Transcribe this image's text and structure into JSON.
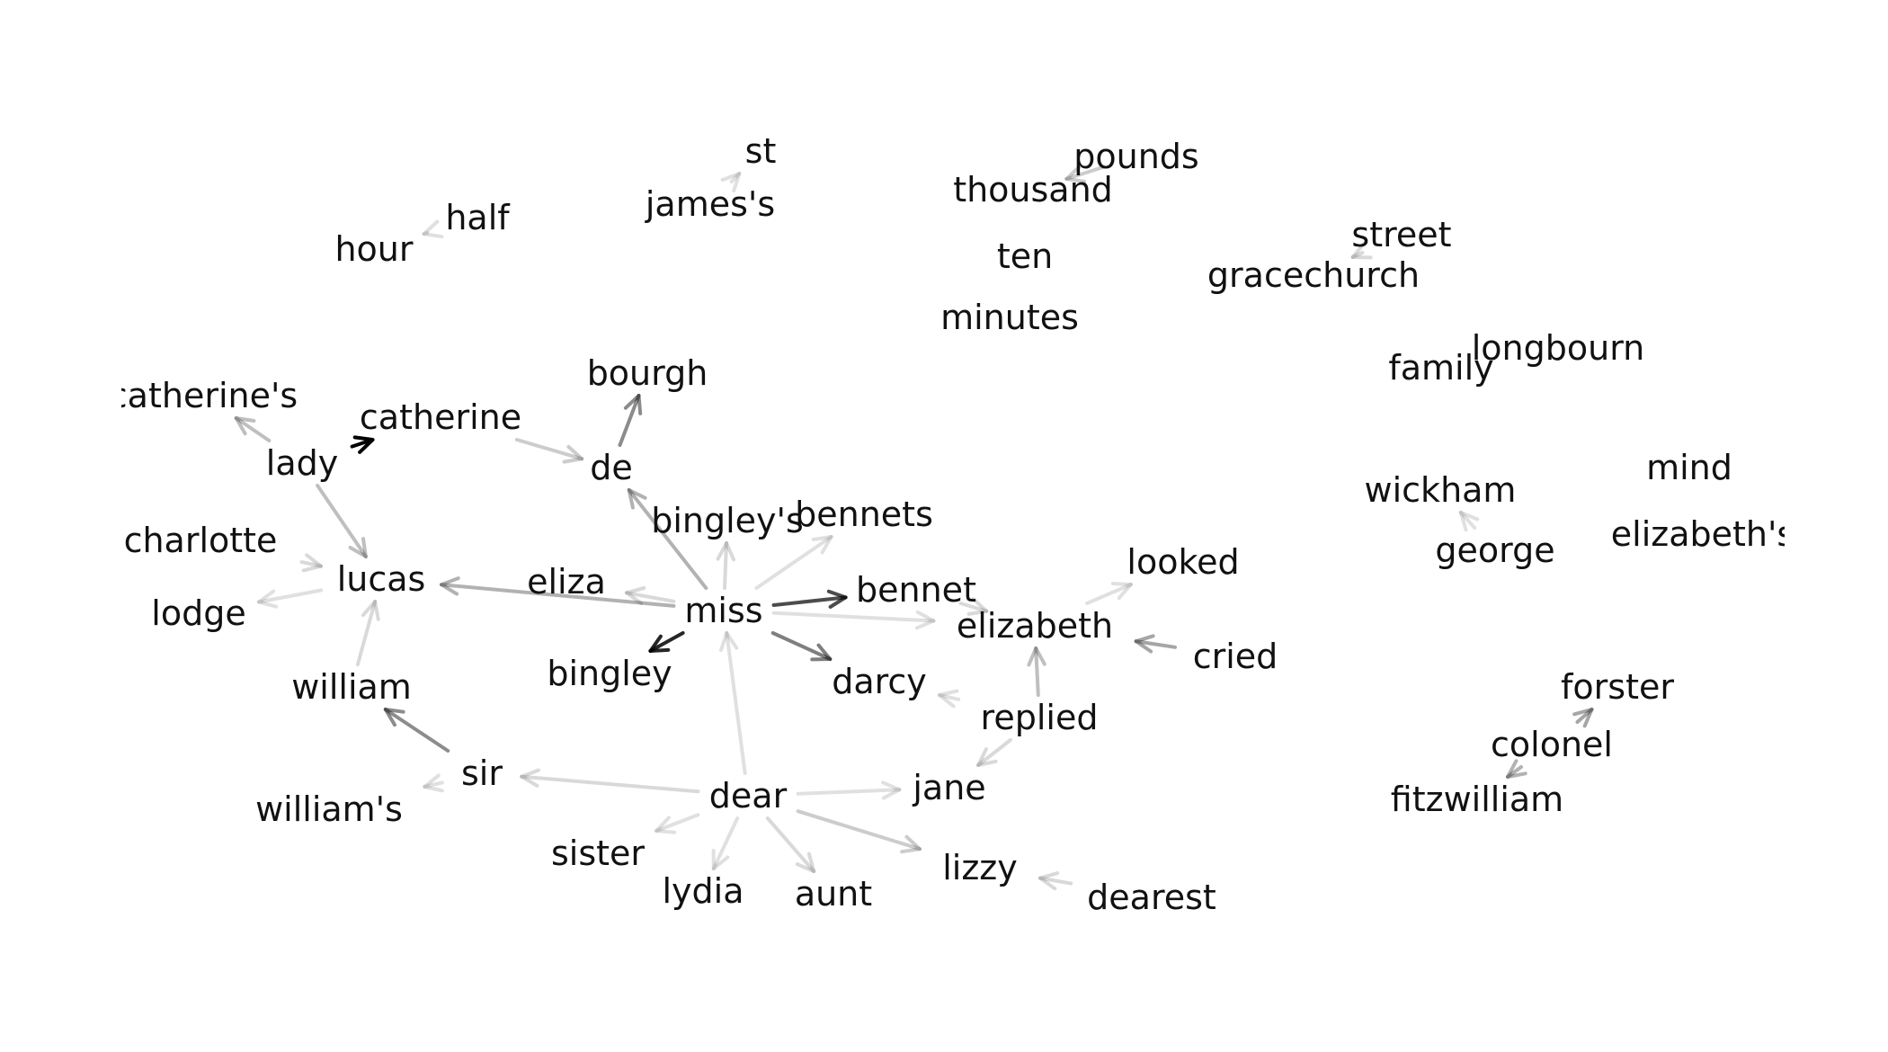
{
  "diagram": {
    "type": "directed-word-graph",
    "edge_color": "#000000",
    "node_text_color": "#111111",
    "background": "#ffffff",
    "nodes": [
      {
        "id": "hour",
        "label": "hour"
      },
      {
        "id": "half",
        "label": "half"
      },
      {
        "id": "st",
        "label": "st"
      },
      {
        "id": "jamess",
        "label": "james's"
      },
      {
        "id": "pounds",
        "label": "pounds"
      },
      {
        "id": "thousand",
        "label": "thousand"
      },
      {
        "id": "ten",
        "label": "ten"
      },
      {
        "id": "minutes",
        "label": "minutes"
      },
      {
        "id": "street",
        "label": "street"
      },
      {
        "id": "gracechurch",
        "label": "gracechurch"
      },
      {
        "id": "family",
        "label": "family"
      },
      {
        "id": "longbourn",
        "label": "longbourn"
      },
      {
        "id": "catherines",
        "label": "catherine's"
      },
      {
        "id": "catherine",
        "label": "catherine"
      },
      {
        "id": "bourgh",
        "label": "bourgh"
      },
      {
        "id": "lady",
        "label": "lady"
      },
      {
        "id": "de",
        "label": "de"
      },
      {
        "id": "wickham",
        "label": "wickham"
      },
      {
        "id": "mind",
        "label": "mind"
      },
      {
        "id": "bingleys",
        "label": "bingley's"
      },
      {
        "id": "bennets",
        "label": "bennets"
      },
      {
        "id": "charlotte",
        "label": "charlotte"
      },
      {
        "id": "george",
        "label": "george"
      },
      {
        "id": "elizabeths",
        "label": "elizabeth's"
      },
      {
        "id": "looked",
        "label": "looked"
      },
      {
        "id": "lucas",
        "label": "lucas"
      },
      {
        "id": "eliza",
        "label": "eliza"
      },
      {
        "id": "bennet",
        "label": "bennet"
      },
      {
        "id": "miss",
        "label": "miss"
      },
      {
        "id": "lodge",
        "label": "lodge"
      },
      {
        "id": "elizabeth",
        "label": "elizabeth"
      },
      {
        "id": "cried",
        "label": "cried"
      },
      {
        "id": "bingley",
        "label": "bingley"
      },
      {
        "id": "darcy",
        "label": "darcy"
      },
      {
        "id": "william",
        "label": "william"
      },
      {
        "id": "forster",
        "label": "forster"
      },
      {
        "id": "replied",
        "label": "replied"
      },
      {
        "id": "colonel",
        "label": "colonel"
      },
      {
        "id": "sir",
        "label": "sir"
      },
      {
        "id": "jane",
        "label": "jane"
      },
      {
        "id": "dear",
        "label": "dear"
      },
      {
        "id": "fitzwilliam",
        "label": "fitzwilliam"
      },
      {
        "id": "williams",
        "label": "william's"
      },
      {
        "id": "sister",
        "label": "sister"
      },
      {
        "id": "lizzy",
        "label": "lizzy"
      },
      {
        "id": "lydia",
        "label": "lydia"
      },
      {
        "id": "aunt",
        "label": "aunt"
      },
      {
        "id": "dearest",
        "label": "dearest"
      }
    ],
    "edges": [
      {
        "from": "half",
        "to": "hour",
        "weight": 0.12
      },
      {
        "from": "jamess",
        "to": "st",
        "weight": 0.12
      },
      {
        "from": "thousand",
        "to": "pounds",
        "weight": 0.2
      },
      {
        "from": "gracechurch",
        "to": "street",
        "weight": 0.15
      },
      {
        "from": "lady",
        "to": "catherine",
        "weight": 1.0
      },
      {
        "from": "lady",
        "to": "catherines",
        "weight": 0.25
      },
      {
        "from": "lady",
        "to": "lucas",
        "weight": 0.25
      },
      {
        "from": "catherine",
        "to": "de",
        "weight": 0.2
      },
      {
        "from": "de",
        "to": "bourgh",
        "weight": 0.45
      },
      {
        "from": "charlotte",
        "to": "lucas",
        "weight": 0.15
      },
      {
        "from": "lucas",
        "to": "lodge",
        "weight": 0.12
      },
      {
        "from": "william",
        "to": "lucas",
        "weight": 0.15
      },
      {
        "from": "miss",
        "to": "lucas",
        "weight": 0.3
      },
      {
        "from": "miss",
        "to": "eliza",
        "weight": 0.15
      },
      {
        "from": "miss",
        "to": "de",
        "weight": 0.3
      },
      {
        "from": "miss",
        "to": "bingleys",
        "weight": 0.15
      },
      {
        "from": "miss",
        "to": "bennets",
        "weight": 0.12
      },
      {
        "from": "miss",
        "to": "bennet",
        "weight": 0.7
      },
      {
        "from": "miss",
        "to": "bingley",
        "weight": 0.85
      },
      {
        "from": "miss",
        "to": "darcy",
        "weight": 0.5
      },
      {
        "from": "miss",
        "to": "elizabeth",
        "weight": 0.12
      },
      {
        "from": "elizabeth",
        "to": "bennet",
        "weight": 0.15
      },
      {
        "from": "elizabeth",
        "to": "looked",
        "weight": 0.12
      },
      {
        "from": "cried",
        "to": "elizabeth",
        "weight": 0.35
      },
      {
        "from": "replied",
        "to": "elizabeth",
        "weight": 0.25
      },
      {
        "from": "replied",
        "to": "darcy",
        "weight": 0.12
      },
      {
        "from": "replied",
        "to": "jane",
        "weight": 0.15
      },
      {
        "from": "george",
        "to": "wickham",
        "weight": 0.12
      },
      {
        "from": "colonel",
        "to": "forster",
        "weight": 0.35
      },
      {
        "from": "colonel",
        "to": "fitzwilliam",
        "weight": 0.3
      },
      {
        "from": "sir",
        "to": "william",
        "weight": 0.45
      },
      {
        "from": "sir",
        "to": "williams",
        "weight": 0.12
      },
      {
        "from": "dear",
        "to": "sir",
        "weight": 0.15
      },
      {
        "from": "dear",
        "to": "miss",
        "weight": 0.12
      },
      {
        "from": "dear",
        "to": "jane",
        "weight": 0.12
      },
      {
        "from": "dear",
        "to": "lizzy",
        "weight": 0.2
      },
      {
        "from": "dear",
        "to": "sister",
        "weight": 0.12
      },
      {
        "from": "dear",
        "to": "lydia",
        "weight": 0.12
      },
      {
        "from": "dear",
        "to": "aunt",
        "weight": 0.15
      },
      {
        "from": "dearest",
        "to": "lizzy",
        "weight": 0.15
      }
    ]
  }
}
